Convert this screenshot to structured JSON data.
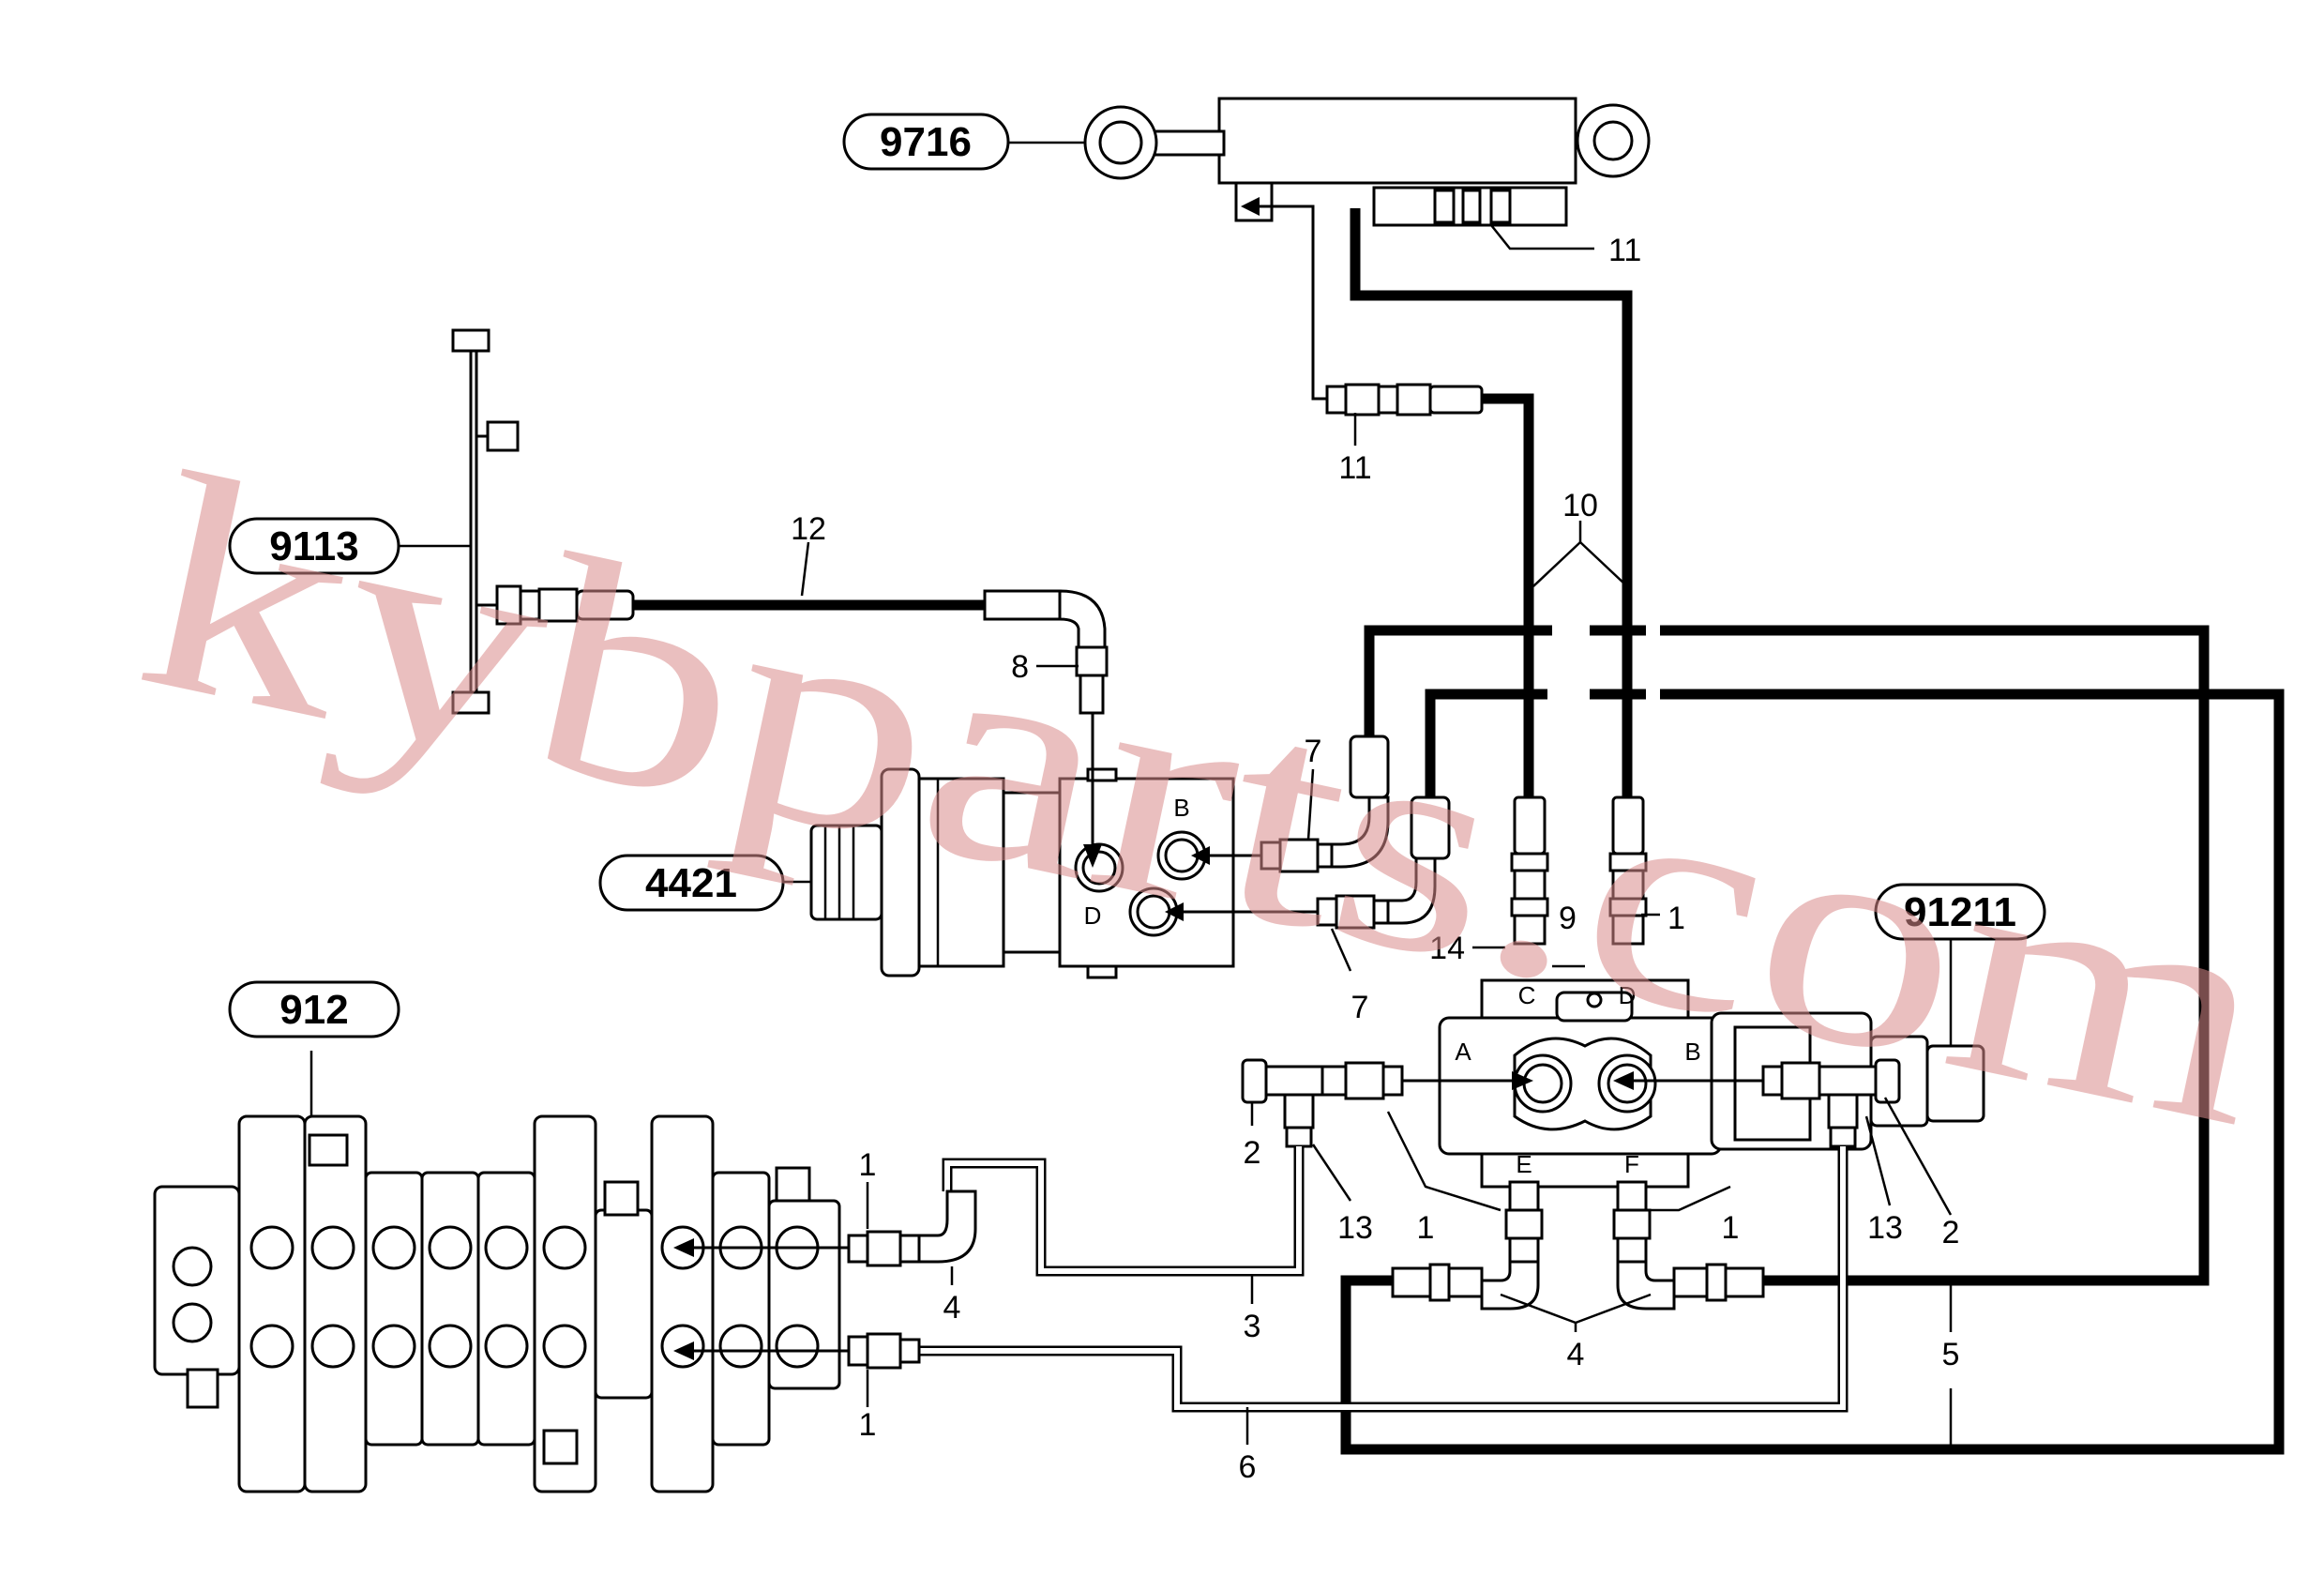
{
  "callouts": {
    "c9716": "9716",
    "c9113": "9113",
    "c4421": "4421",
    "c912": "912",
    "c91211": "91211"
  },
  "labels": {
    "n11_top": "11",
    "n11_mid": "11",
    "n12": "12",
    "n10": "10",
    "n8": "8",
    "n7_top": "7",
    "n7_bot": "7",
    "n9": "9",
    "n1_right": "1",
    "n14": "14",
    "n2_left": "2",
    "n13_left": "13",
    "n1_c1": "1",
    "n1_c2": "1",
    "n13_right": "13",
    "n2_right": "2",
    "n1_top": "1",
    "n4_left": "4",
    "n3": "3",
    "n4_mid": "4",
    "n5": "5",
    "n1_bot": "1",
    "n6": "6"
  },
  "ports": {
    "b_motor": "B",
    "d_motor": "D",
    "c_valve": "C",
    "d_valve": "D",
    "a_valve": "A",
    "b_valve": "B",
    "e_valve": "E",
    "f_valve": "F"
  },
  "watermark": "kybparts.com"
}
